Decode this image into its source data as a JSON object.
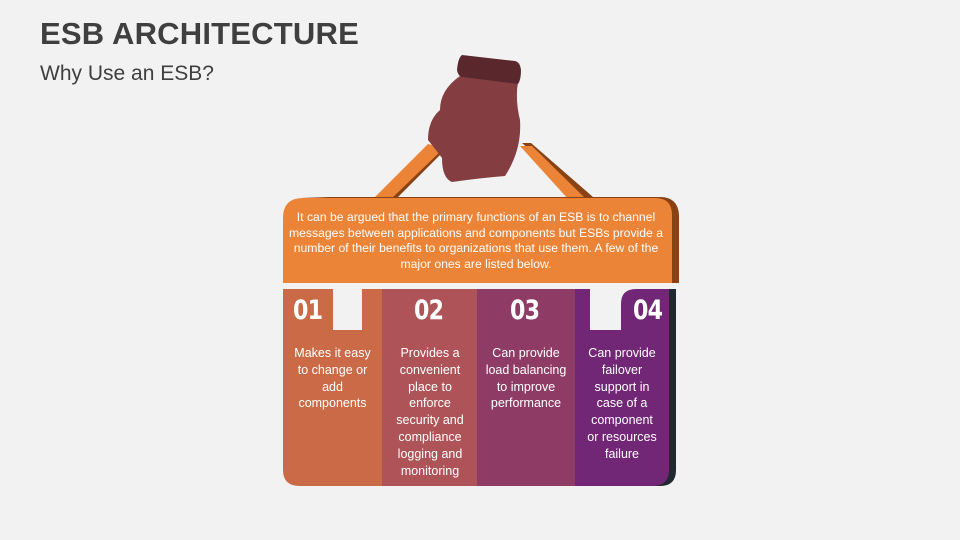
{
  "header": {
    "title": "ESB ARCHITECTURE",
    "subtitle": "Why Use an ESB?"
  },
  "intro": {
    "text": "It can be argued that the primary functions of an ESB is to channel messages between applications and components but ESBs provide a number of their benefits to organizations that use them. A few of the major ones are listed below."
  },
  "items": [
    {
      "number": "01",
      "text": "Makes it easy to change or add components",
      "color": "#cb6a46"
    },
    {
      "number": "02",
      "text": "Provides a convenient place to enforce security and compliance logging and monitoring",
      "color": "#ae5458"
    },
    {
      "number": "03",
      "text": "Can provide load balancing to improve performance",
      "color": "#8e3c65"
    },
    {
      "number": "04",
      "text": "Can provide failover support in case of a component or resources failure",
      "color": "#722676"
    }
  ],
  "colors": {
    "background": "#f2f2f2",
    "banner": "#ec8438",
    "banner_shadow": "#8a4214",
    "hand": "#843e42",
    "cuff": "#5a282c",
    "right_shadow": "#222831"
  }
}
